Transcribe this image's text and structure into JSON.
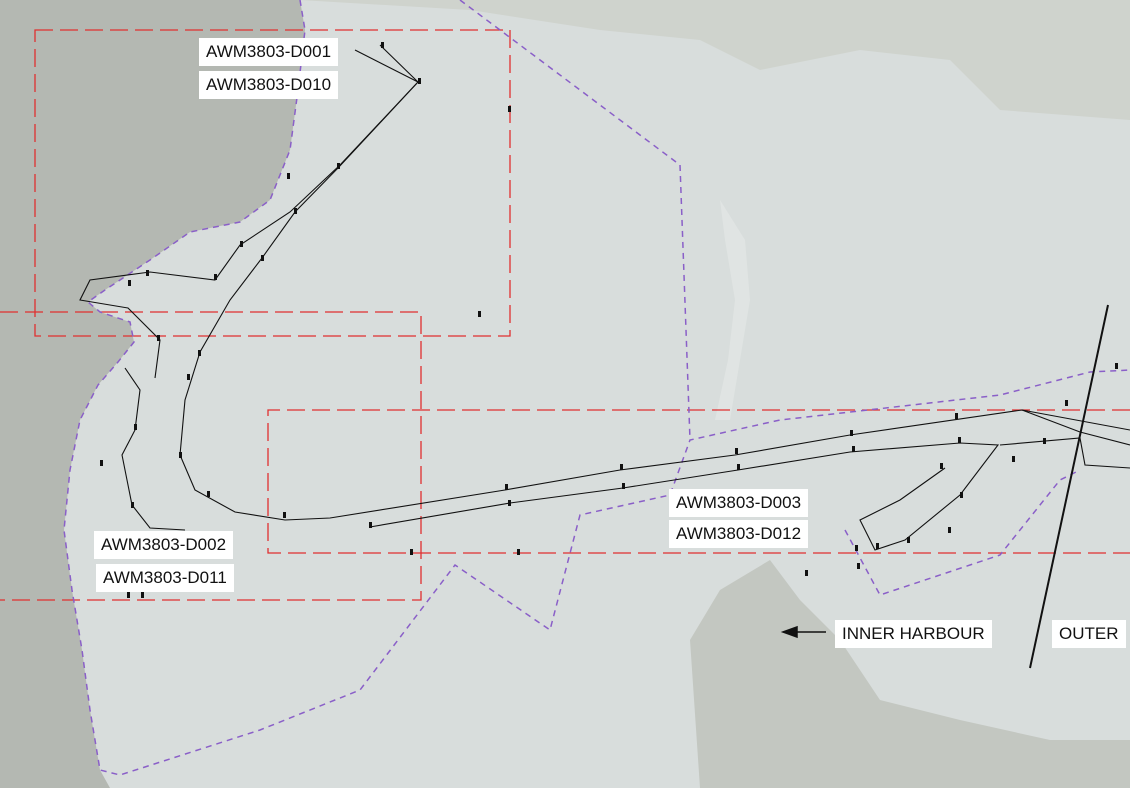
{
  "labels": {
    "d001": "AWM3803-D001",
    "d010": "AWM3803-D010",
    "d002": "AWM3803-D002",
    "d011": "AWM3803-D011",
    "d003": "AWM3803-D003",
    "d012": "AWM3803-D012",
    "inner_harbour": "INNER HARBOUR",
    "outer": "OUTER"
  },
  "colors": {
    "survey_area_outline": "#e03030",
    "boundary_outline": "#8a5fc8",
    "channel_line": "#111111",
    "water": "#d8dddc",
    "land": "#b9bdb7"
  }
}
